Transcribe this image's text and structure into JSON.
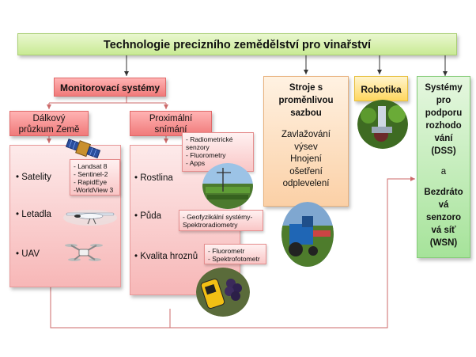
{
  "title": "Technologie precizního zemědělství pro vinařství",
  "monitoring": "Monitorovací  systémy",
  "remote_sensing": "Dálkový\nprůzkum Země",
  "proximal_sensing": "Proximální\nsnímání",
  "remote_items": [
    "• Satelity",
    "• Letadla",
    "• UAV"
  ],
  "satellites_callout": "- Landsat 8\n- Sentinel-2\n- RapidEye\n-WorldView 3",
  "proximal_items": [
    "• Rostlina",
    "• Půda",
    "• Kvalita hroznů"
  ],
  "plant_callout": "- Radiometrické\nsenzory\n- Fluorometry\n- Apps",
  "soil_callout": "- Geofyzikální systémy-\nSpektroradiometry",
  "grapes_callout": "- Fluorometr\n- Spektrofotometr",
  "machines_title": "Stroje s\nproměnlivou\nsazbou",
  "machines_items": "Zavlažování\nvýsev\nHnojení\nošetření\nodplevelení",
  "robotics": "Robotika",
  "dss_title": "Systémy\npro\npodporu\nrozhodo\nvání\n(DSS)",
  "dss_and": "a",
  "wsn_title": "Bezdráto\nvá\nsenzoro\nvá síť\n(WSN)",
  "icons": [
    "satellite-icon",
    "airplane-icon",
    "drone-icon",
    "vineyard-photo",
    "vine-tractor-photo",
    "grape-analyzer-photo",
    "robot-photo"
  ],
  "colors": {
    "title_green": "#c9ea94",
    "pink": "#f07a7a",
    "orange": "#fbd0a6",
    "yellow": "#ffd75e",
    "green": "#a6e39a",
    "connector": "#cc6a6a"
  }
}
